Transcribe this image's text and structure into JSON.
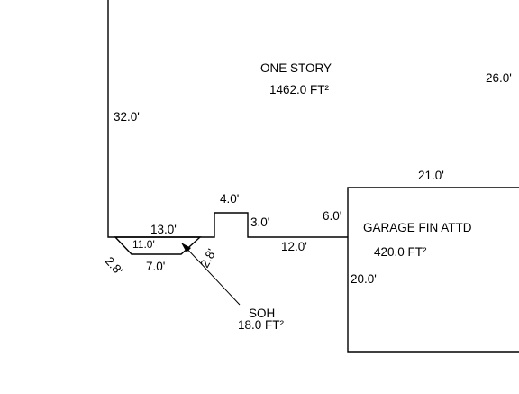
{
  "colors": {
    "background": "#ffffff",
    "line": "#000000"
  },
  "areas": {
    "one_story": {
      "name": "ONE STORY",
      "area": "1462.0 FT²"
    },
    "garage": {
      "name": "GARAGE FIN ATTD",
      "area": "420.0 FT²"
    },
    "soh": {
      "name": "SOH",
      "area": "18.0 FT²"
    }
  },
  "dimensions": {
    "left_wall": "32.0'",
    "right_wall": "26.0'",
    "garage_top": "21.0'",
    "garage_left": "20.0'",
    "bump_top": "4.0'",
    "bump_right": "3.0'",
    "step": "6.0'",
    "lower_wall": "12.0'",
    "wall_segment": "13.0'",
    "soh_top": "11.0'",
    "soh_bottom": "7.0'",
    "soh_left_side": "2.8'",
    "soh_right_side": "2.8'"
  }
}
